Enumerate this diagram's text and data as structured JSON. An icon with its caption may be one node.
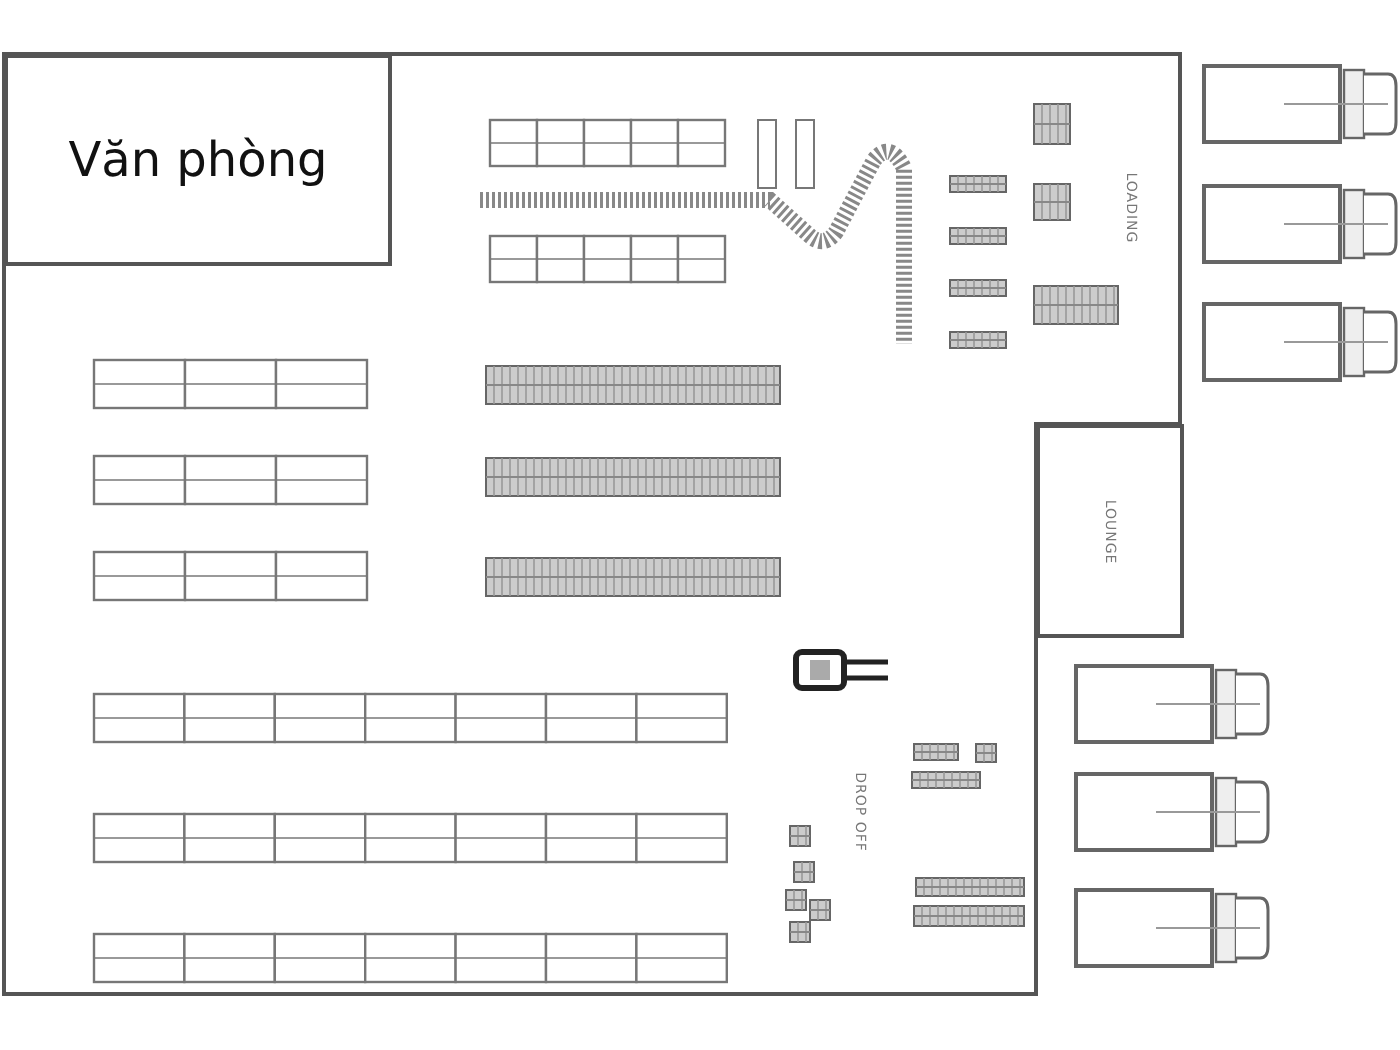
{
  "diagram": {
    "nodes": [
      {
        "text": [
          "Văn phòng"
        ]
      },
      {
        "text": [
          "LOUNGE"
        ]
      }
    ],
    "labels": [
      "LOADING",
      "DROP OFF"
    ]
  }
}
